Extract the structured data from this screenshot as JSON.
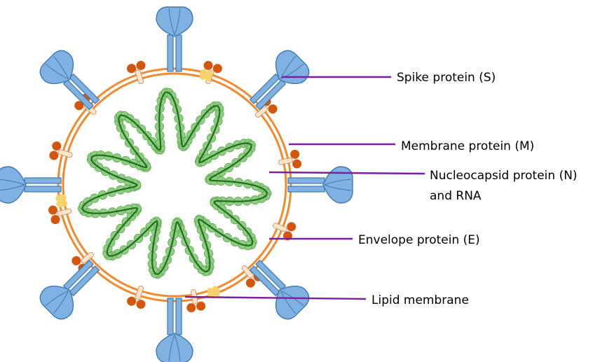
{
  "labels": {
    "spike": "Spike protein (S)",
    "membrane": "Membrane protein (M)",
    "nucleocapsid_line1": "Nucleocapsid protein (N)",
    "nucleocapsid_line2": "and RNA",
    "envelope": "Envelope protein (E)",
    "lipid": "Lipid membrane"
  },
  "colors": {
    "membrane": "#f28a2c",
    "spike_fill": "#7fb2e3",
    "spike_stroke": "#3f78b0",
    "m_protein": "#d4560d",
    "m_stem": "#fde5c8",
    "e_protein": "#f9d26a",
    "nucleocapsid": "#8ccf7e",
    "rna": "#246b24",
    "leader": "#7a1fa2"
  }
}
